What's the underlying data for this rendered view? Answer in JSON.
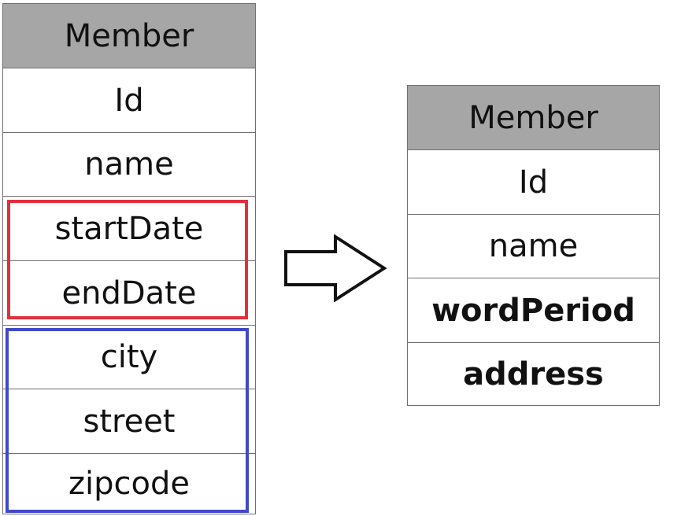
{
  "left_table": {
    "header": "Member",
    "rows": [
      "Id",
      "name",
      "startDate",
      "endDate",
      "city",
      "street",
      "zipcode"
    ]
  },
  "right_table": {
    "header": "Member",
    "rows": [
      "Id",
      "name",
      "wordPeriod",
      "address"
    ]
  },
  "colors": {
    "header_fill": "#a6a6a6",
    "border": "#6f6f6f",
    "period_group": "#e0303a",
    "address_group": "#4049c8"
  },
  "icons": {
    "transform_arrow": "arrow-right-outline"
  }
}
